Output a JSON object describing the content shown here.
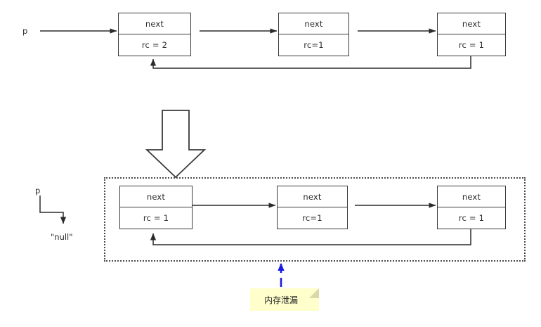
{
  "diagram": {
    "title": "Reference counting cycle causing memory leak",
    "colors": {
      "stroke": "#3a3a3a",
      "line": "#2b2b2b",
      "note_fill": "#ffffcc",
      "note_fold": "#d8d8a8",
      "leak_arrow": "#1a1ae6",
      "dotted_border": "#4a4a4a",
      "background": "#ffffff"
    },
    "top_row": {
      "pointer_label": "p",
      "nodes": [
        {
          "next_label": "next",
          "rc_label": "rc = 2"
        },
        {
          "next_label": "next",
          "rc_label": "rc=1"
        },
        {
          "next_label": "next",
          "rc_label": "rc = 1"
        }
      ]
    },
    "transition_arrow": {
      "direction": "down",
      "name": "block-arrow-down"
    },
    "bottom_row": {
      "pointer_label": "p",
      "null_label": "\"null\"",
      "nodes": [
        {
          "next_label": "next",
          "rc_label": "rc = 1"
        },
        {
          "next_label": "next",
          "rc_label": "rc=1"
        },
        {
          "next_label": "next",
          "rc_label": "rc = 1"
        }
      ]
    },
    "note": {
      "text": "内存泄漏"
    }
  }
}
